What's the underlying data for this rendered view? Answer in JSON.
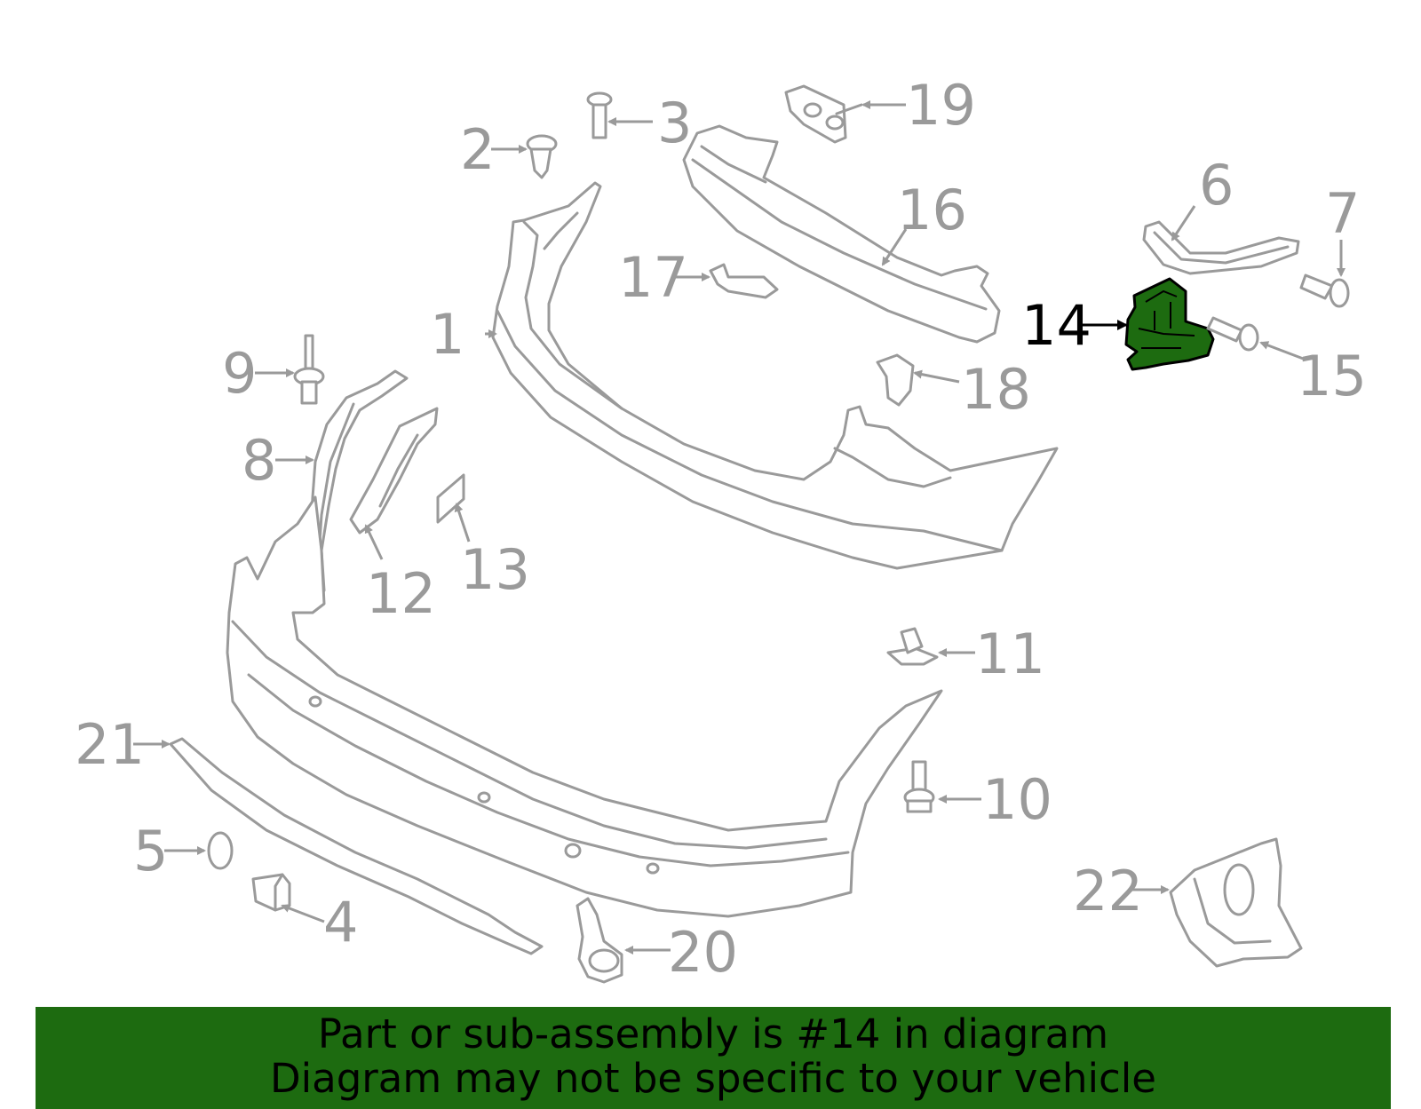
{
  "labels": {
    "p1": "1",
    "p2": "2",
    "p3": "3",
    "p4": "4",
    "p5": "5",
    "p6": "6",
    "p7": "7",
    "p8": "8",
    "p9": "9",
    "p10": "10",
    "p11": "11",
    "p12": "12",
    "p13": "13",
    "p14": "14",
    "p15": "15",
    "p16": "16",
    "p17": "17",
    "p18": "18",
    "p19": "19",
    "p20": "20",
    "p21": "21",
    "p22": "22"
  },
  "highlight": {
    "part": "14",
    "color": "#1d6b10"
  },
  "banner": {
    "line1": "Part or sub-assembly is #14 in diagram",
    "line2": "Diagram may not be specific to your vehicle",
    "background": "#1d6b10"
  },
  "colors": {
    "line": "#9a9a9a",
    "highlight_text": "#000000"
  }
}
